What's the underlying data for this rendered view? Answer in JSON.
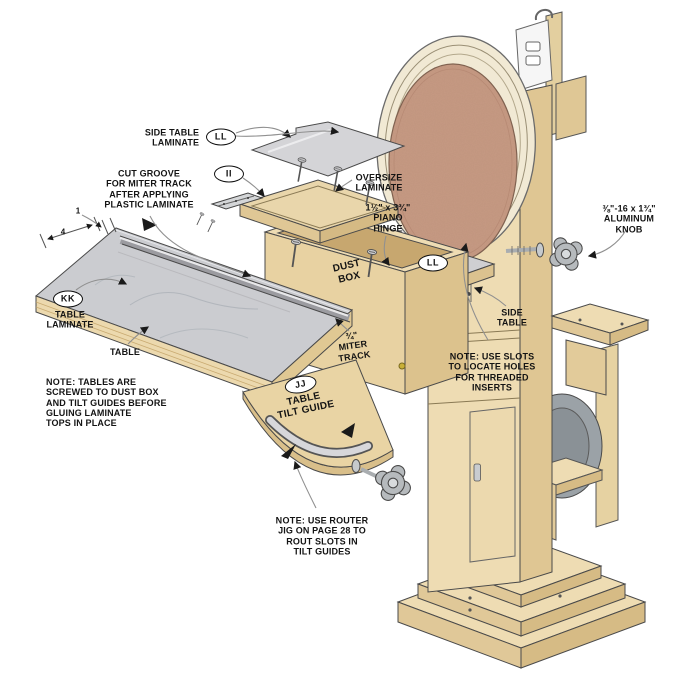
{
  "title": "Disc sander side-table assembly exploded diagram",
  "colors": {
    "background": "#ffffff",
    "wood": "#eedcb3",
    "wood_dark": "#dfc795",
    "wood_edge": "#d6bb85",
    "laminate": "#cbccd0",
    "laminate_light": "#e8e8ea",
    "sanding_disc": "#c79a84",
    "disc_housing": "#f1e9d4",
    "metal": "#b6babd",
    "outline": "#4a4a4a",
    "leader": "#909090",
    "arrow": "#1a1a1a"
  },
  "labels": {
    "side_table_laminate": {
      "text": "SIDE TABLE\nLAMINATE",
      "badge": "LL"
    },
    "oversize_blank_badge": {
      "badge": "II"
    },
    "cut_groove": {
      "text": "CUT GROOVE\nFOR MITER TRACK\nAFTER APPLYING\nPLASTIC LAMINATE"
    },
    "oversize_laminate": {
      "text": "OVERSIZE\nLAMINATE"
    },
    "piano_hinge": {
      "text": "1½\" x 3¾\"\nPIANO\nHINGE"
    },
    "aluminum_knob": {
      "text": "⅜\"-16 x 1¾\"\nALUMINUM KNOB"
    },
    "table_laminate": {
      "badge": "KK",
      "text": "TABLE\nLAMINATE"
    },
    "table": {
      "text": "TABLE"
    },
    "dust_box": {
      "text": "DUST\nBOX"
    },
    "miter_track": {
      "text": "¾\"\nMITER\nTRACK"
    },
    "tilt_guide": {
      "badge": "JJ",
      "text": "TABLE\nTILT GUIDE"
    },
    "side_table": {
      "text": "SIDE\nTABLE"
    },
    "side_table_top_badge": {
      "badge": "LL"
    },
    "dim_width": {
      "text": "1"
    },
    "dim_inset": {
      "text": "4"
    }
  },
  "notes": {
    "tables": {
      "prefix": "NOTE:",
      "body": " TABLES ARE\nSCREWED TO DUST BOX\nAND TILT GUIDES BEFORE\nGLUING LAMINATE\nTOPS IN PLACE"
    },
    "slots": {
      "prefix": "NOTE:",
      "body": " USE SLOTS\nTO LOCATE HOLES\nFOR THREADED\nINSERTS"
    },
    "router": {
      "prefix": "NOTE:",
      "body": " USE ROUTER\nJIG ON PAGE 28 TO\nROUT SLOTS IN\nTILT GUIDES"
    }
  }
}
